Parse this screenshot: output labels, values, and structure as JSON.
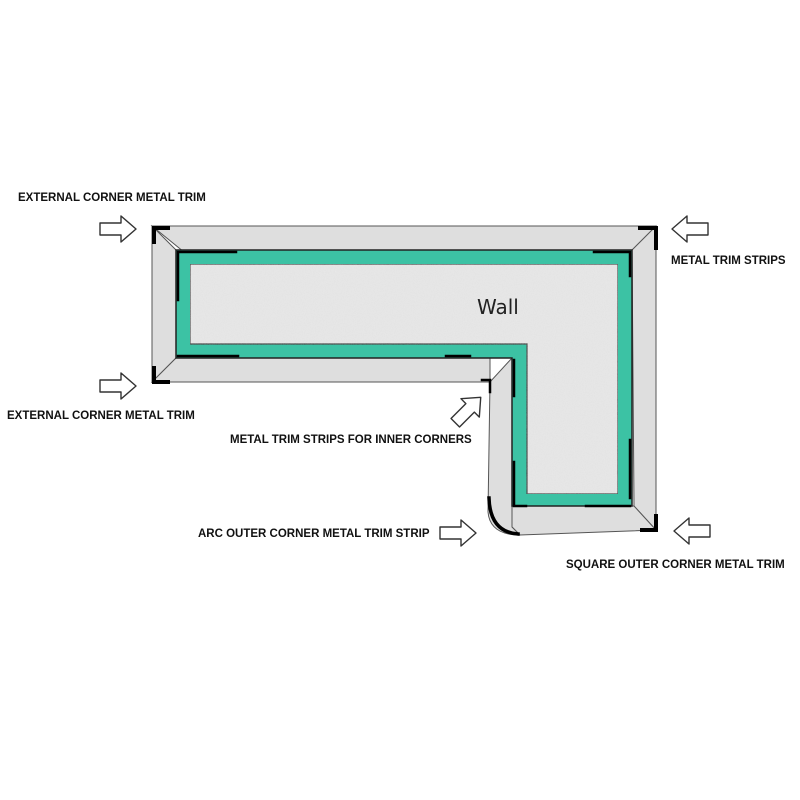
{
  "diagram": {
    "wall_label": "Wall",
    "labels": {
      "external_corner_top": "EXTERNAL CORNER METAL TRIM",
      "external_corner_bottom": "EXTERNAL CORNER METAL TRIM",
      "metal_trim_strips": "METAL TRIM STRIPS",
      "inner_corners": "METAL TRIM STRIPS FOR INNER CORNERS",
      "arc_outer_corner": "ARC OUTER CORNER METAL TRIM STRIP",
      "square_outer_corner": "SQUARE OUTER CORNER METAL TRIM"
    },
    "icons": {
      "pointer": "outline-arrow-icon"
    },
    "colors": {
      "trim_frame": "#3cc2a4",
      "trim_border": "#000000",
      "surround": "#dedede",
      "wall": "#e9e9e9",
      "outline": "#555555"
    }
  }
}
